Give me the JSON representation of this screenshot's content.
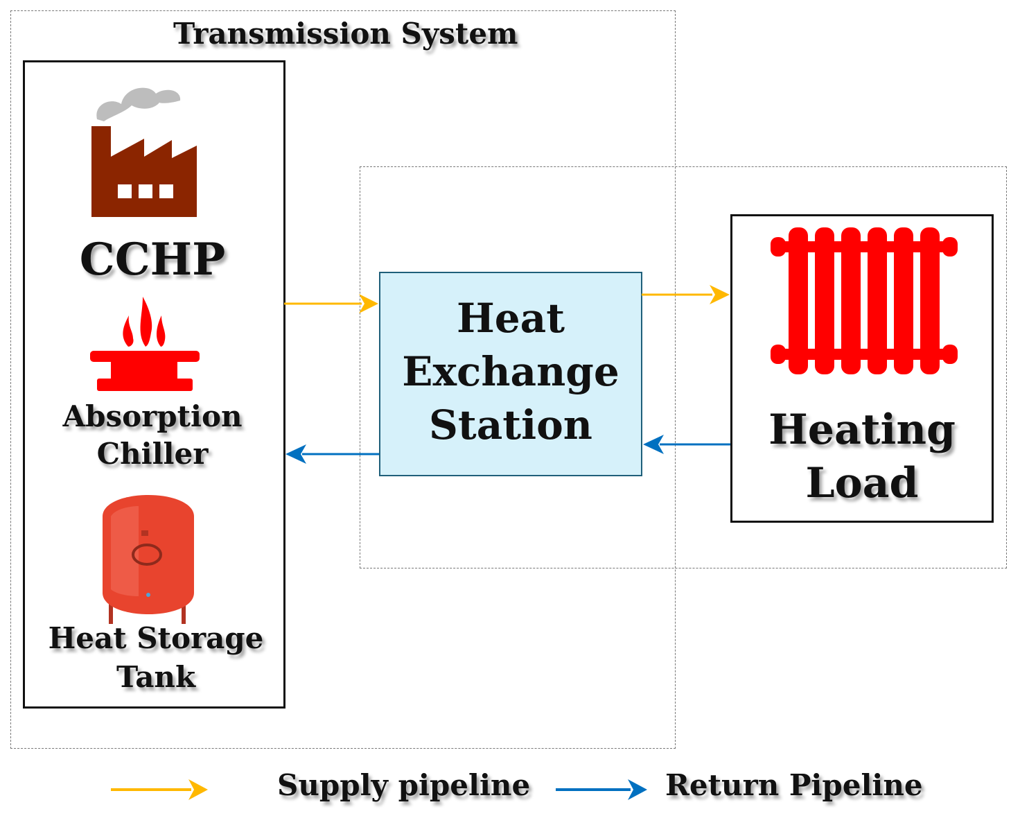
{
  "title": "Transmission System",
  "left_box": {
    "cchp_label": "CCHP",
    "chiller_label_line1": "Absorption",
    "chiller_label_line2": "Chiller",
    "tank_label_line1": "Heat Storage",
    "tank_label_line2": "Tank"
  },
  "station": {
    "line1": "Heat",
    "line2": "Exchange",
    "line3": "Station"
  },
  "load": {
    "line1": "Heating",
    "line2": "Load"
  },
  "legend": {
    "supply_label": "Supply pipeline",
    "return_label": "Return Pipeline"
  },
  "colors": {
    "supply": "#FFB800",
    "return": "#0070C0",
    "factory": "#8B2500",
    "smoke": "#BDBDBD",
    "red_icon": "#FF0000",
    "tank": "#E8442E",
    "station_fill": "#D6F1FA",
    "station_border": "#1F5F7A"
  },
  "icons": {
    "factory": "factory-icon",
    "burner": "burner-flame-icon",
    "tank": "storage-tank-icon",
    "radiator": "radiator-icon"
  }
}
